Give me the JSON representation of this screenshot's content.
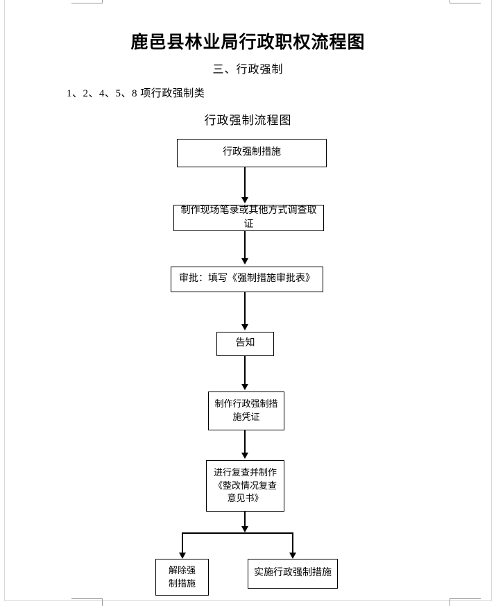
{
  "document": {
    "title": "鹿邑县林业局行政职权流程图",
    "subtitle": "三、行政强制",
    "item_line": "1、2、4、5、8 项行政强制类",
    "chart_title": "行政强制流程图"
  },
  "chart_data": {
    "type": "diagram",
    "title": "行政强制流程图",
    "orientation": "top-to-bottom",
    "nodes": [
      {
        "id": "n1",
        "label": "行政强制措施",
        "shape": "rectangle"
      },
      {
        "id": "n2",
        "label": "制作现场笔录或其他方式调查取证",
        "shape": "rectangle"
      },
      {
        "id": "n3",
        "label": "审批：填写《强制措施审批表》",
        "shape": "rectangle"
      },
      {
        "id": "n4",
        "label": "告知",
        "shape": "rectangle"
      },
      {
        "id": "n5",
        "label": "制作行政强制措\n施凭证",
        "shape": "rectangle"
      },
      {
        "id": "n6",
        "label": "进行复查并制作\n《整改情况复查\n意见书》",
        "shape": "rectangle"
      },
      {
        "id": "n7",
        "label": "解除强\n制措施",
        "shape": "rectangle"
      },
      {
        "id": "n8",
        "label": "实施行政强制措施",
        "shape": "rectangle"
      }
    ],
    "edges": [
      {
        "from": "n1",
        "to": "n2",
        "type": "arrow"
      },
      {
        "from": "n2",
        "to": "n3",
        "type": "arrow"
      },
      {
        "from": "n3",
        "to": "n4",
        "type": "arrow"
      },
      {
        "from": "n4",
        "to": "n5",
        "type": "arrow"
      },
      {
        "from": "n5",
        "to": "n6",
        "type": "arrow"
      },
      {
        "from": "n6",
        "to": "n7",
        "type": "arrow",
        "via": "split-bar"
      },
      {
        "from": "n6",
        "to": "n8",
        "type": "arrow",
        "via": "split-bar"
      }
    ],
    "colors": {
      "stroke": "#000000",
      "fill": "#ffffff",
      "text": "#000000"
    }
  }
}
